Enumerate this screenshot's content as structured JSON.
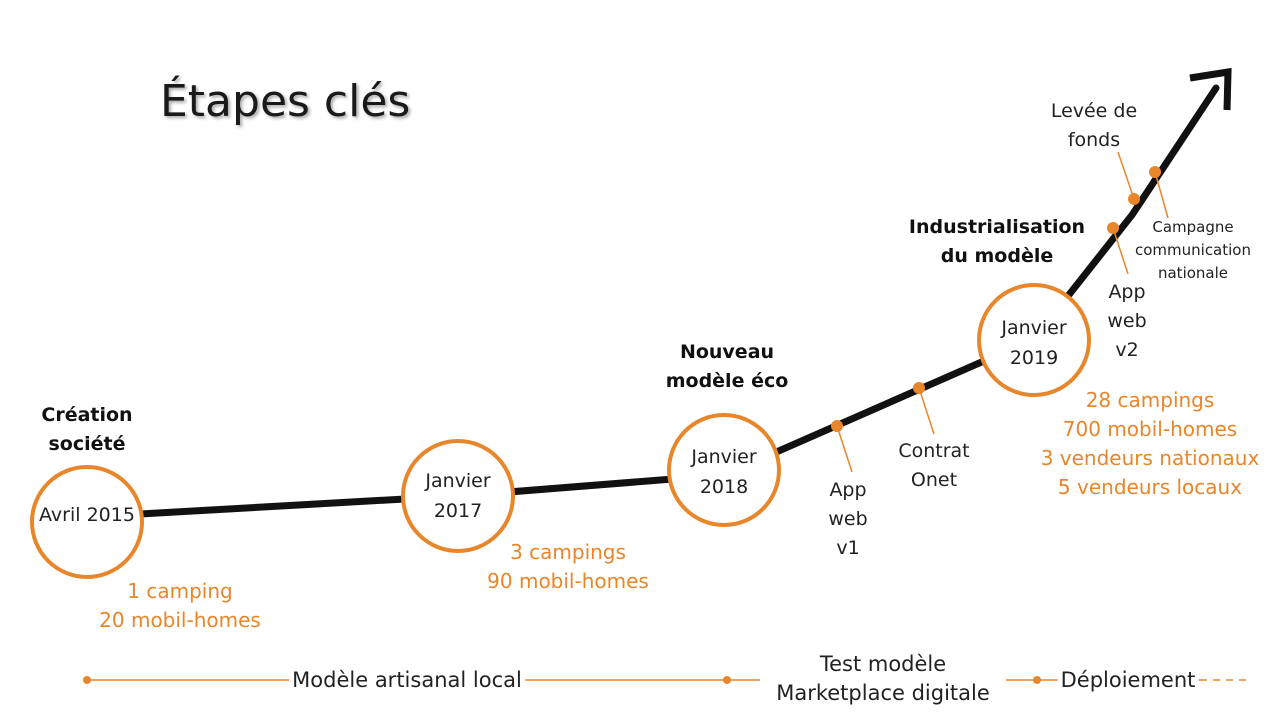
{
  "title": "Étapes clés",
  "colors": {
    "accent": "#e8862b",
    "timeline": "#111111",
    "text": "#222222"
  },
  "milestones": [
    {
      "label": "Création société",
      "date": "Avril 2015",
      "stats": [
        "1 camping",
        "20 mobil-homes"
      ]
    },
    {
      "date": "Janvier 2017",
      "stats": [
        "3 campings",
        "90 mobil-homes"
      ]
    },
    {
      "label": "Nouveau modèle éco",
      "date": "Janvier 2018"
    },
    {
      "label": "Industrialisation du modèle",
      "date": "Janvier 2019",
      "stats": [
        "28 campings",
        "700 mobil-homes",
        "3 vendeurs nationaux",
        "5 vendeurs locaux"
      ]
    }
  ],
  "events": [
    {
      "label": "App web v1"
    },
    {
      "label": "Contrat Onet"
    },
    {
      "label": "App web v2"
    },
    {
      "label": "Levée de fonds"
    },
    {
      "label": "Campagne communication nationale"
    }
  ],
  "phases": [
    {
      "label": "Modèle artisanal local"
    },
    {
      "label": "Test modèle Marketplace digitale"
    },
    {
      "label": "Déploiement"
    }
  ]
}
